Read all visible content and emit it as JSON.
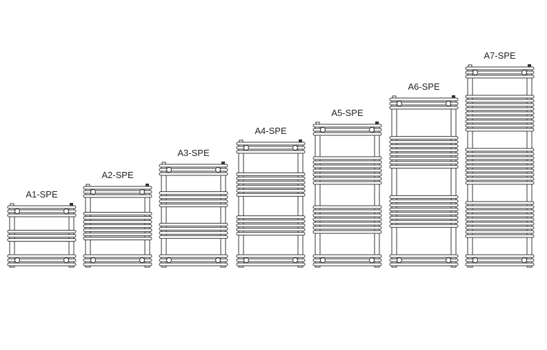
{
  "title": "Towel radiator size range",
  "models": [
    {
      "label": "A1-SPE",
      "middle_groups": [
        3
      ]
    },
    {
      "label": "A2-SPE",
      "middle_groups": [
        7
      ]
    },
    {
      "label": "A3-SPE",
      "middle_groups": [
        4,
        4
      ]
    },
    {
      "label": "A4-SPE",
      "middle_groups": [
        6,
        5
      ]
    },
    {
      "label": "A5-SPE",
      "middle_groups": [
        7,
        7
      ]
    },
    {
      "label": "A6-SPE",
      "middle_groups": [
        8,
        8
      ]
    },
    {
      "label": "A7-SPE",
      "middle_groups": [
        9,
        9,
        9
      ]
    }
  ]
}
